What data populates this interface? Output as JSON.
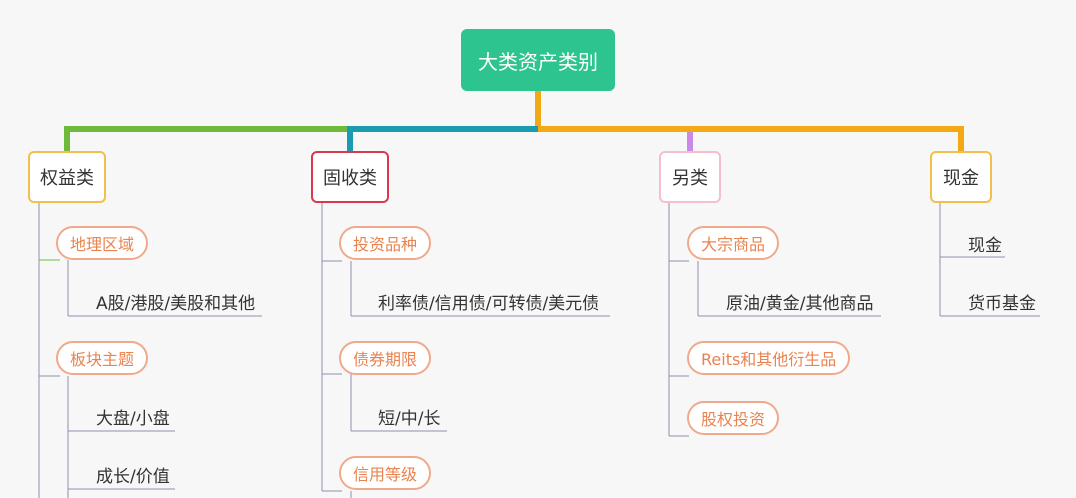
{
  "colors": {
    "root": "#2ec48f",
    "branch_equity": "#6cbb3c",
    "branch_fixed": "#1a9bb0",
    "branch_orange": "#f2a914",
    "branch_alt": "#c88ae6",
    "cat_equity_border": "#f2bf4a",
    "cat_fixed_border": "#d9394e",
    "cat_alt_border": "#f5c0cc",
    "cat_cash_border": "#f2bf4a",
    "pill_border": "#f0a98a",
    "pill_text": "#e98350",
    "thin_line": "#8f8fb0"
  },
  "root": {
    "label": "大类资产类别"
  },
  "categories": [
    {
      "label": "权益类",
      "subs": [
        {
          "label": "地理区域",
          "leaves": [
            "A股/港股/美股和其他"
          ]
        },
        {
          "label": "板块主题",
          "leaves": [
            "大盘/小盘",
            "成长/价值"
          ]
        }
      ]
    },
    {
      "label": "固收类",
      "subs": [
        {
          "label": "投资品种",
          "leaves": [
            "利率债/信用债/可转债/美元债"
          ]
        },
        {
          "label": "债券期限",
          "leaves": [
            "短/中/长"
          ]
        },
        {
          "label": "信用等级",
          "leaves": []
        }
      ]
    },
    {
      "label": "另类",
      "subs": [
        {
          "label": "大宗商品",
          "leaves": [
            "原油/黄金/其他商品"
          ]
        },
        {
          "label": "Reits和其他衍生品",
          "leaves": []
        },
        {
          "label": "股权投资",
          "leaves": []
        }
      ]
    },
    {
      "label": "现金",
      "leaves": [
        "现金",
        "货币基金"
      ]
    }
  ]
}
